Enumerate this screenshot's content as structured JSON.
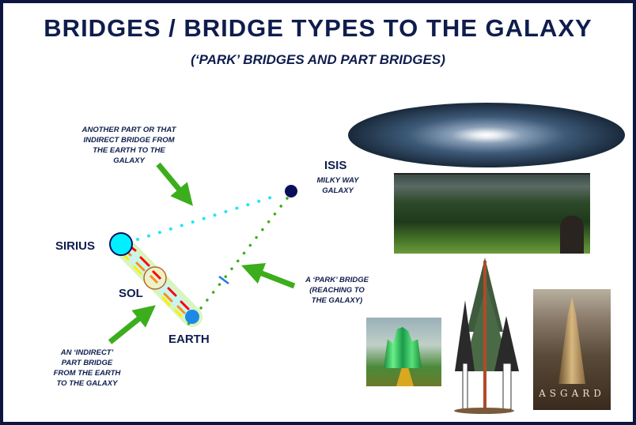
{
  "title": "BRIDGES / BRIDGE TYPES TO THE GALAXY",
  "subtitle": "(‘PARK’ BRIDGES AND PART BRIDGES)",
  "nodes": {
    "sirius": "SIRIUS",
    "sol": "SOL",
    "earth": "EARTH",
    "isis": "ISIS",
    "isis_sub_1": "MILKY WAY",
    "isis_sub_2": "GALAXY"
  },
  "annotations": {
    "top": [
      "ANOTHER PART OR THAT",
      "INDIRECT BRIDGE FROM",
      "THE EARTH TO THE",
      "GALAXY"
    ],
    "right": [
      "A ‘PARK’ BRIDGE",
      "(REACHING TO",
      "THE GALAXY)"
    ],
    "bottom": [
      "AN ‘INDIRECT’",
      "PART BRIDGE",
      "FROM THE EARTH",
      "TO THE GALAXY"
    ]
  },
  "images": {
    "asgard_caption": "ASGARD"
  },
  "colors": {
    "title": "#0f1d4d",
    "arrow": "#3cae1c",
    "sirius": "#00f0ff",
    "earth": "#1e88e5",
    "isis": "#0a0f5a"
  }
}
